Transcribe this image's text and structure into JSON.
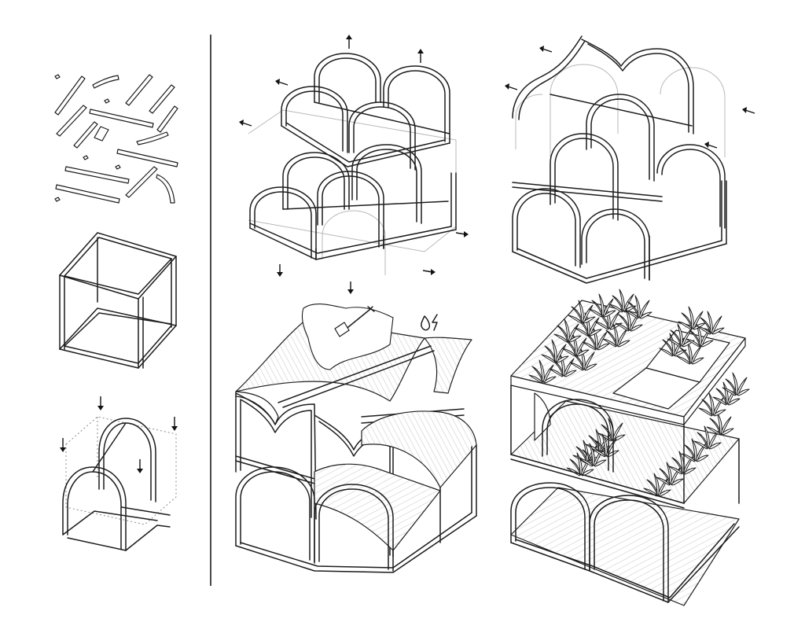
{
  "panels": [
    {
      "id": "parts"
    },
    {
      "id": "cube-frame"
    },
    {
      "id": "arch-module"
    },
    {
      "id": "stacked-arch-grid"
    },
    {
      "id": "shifted-arch-grid"
    },
    {
      "id": "vault-roof-soil"
    },
    {
      "id": "planted-structure"
    }
  ],
  "colors": {
    "line": "#1c1c1c",
    "ghost": "#b8b8b8",
    "background": "#ffffff"
  },
  "icons": [
    "arrow-up-icon",
    "arrow-down-icon",
    "arrow-left-icon",
    "arrow-right-icon",
    "shovel-icon",
    "water-drop-icon",
    "lightning-icon",
    "plant-icon"
  ]
}
